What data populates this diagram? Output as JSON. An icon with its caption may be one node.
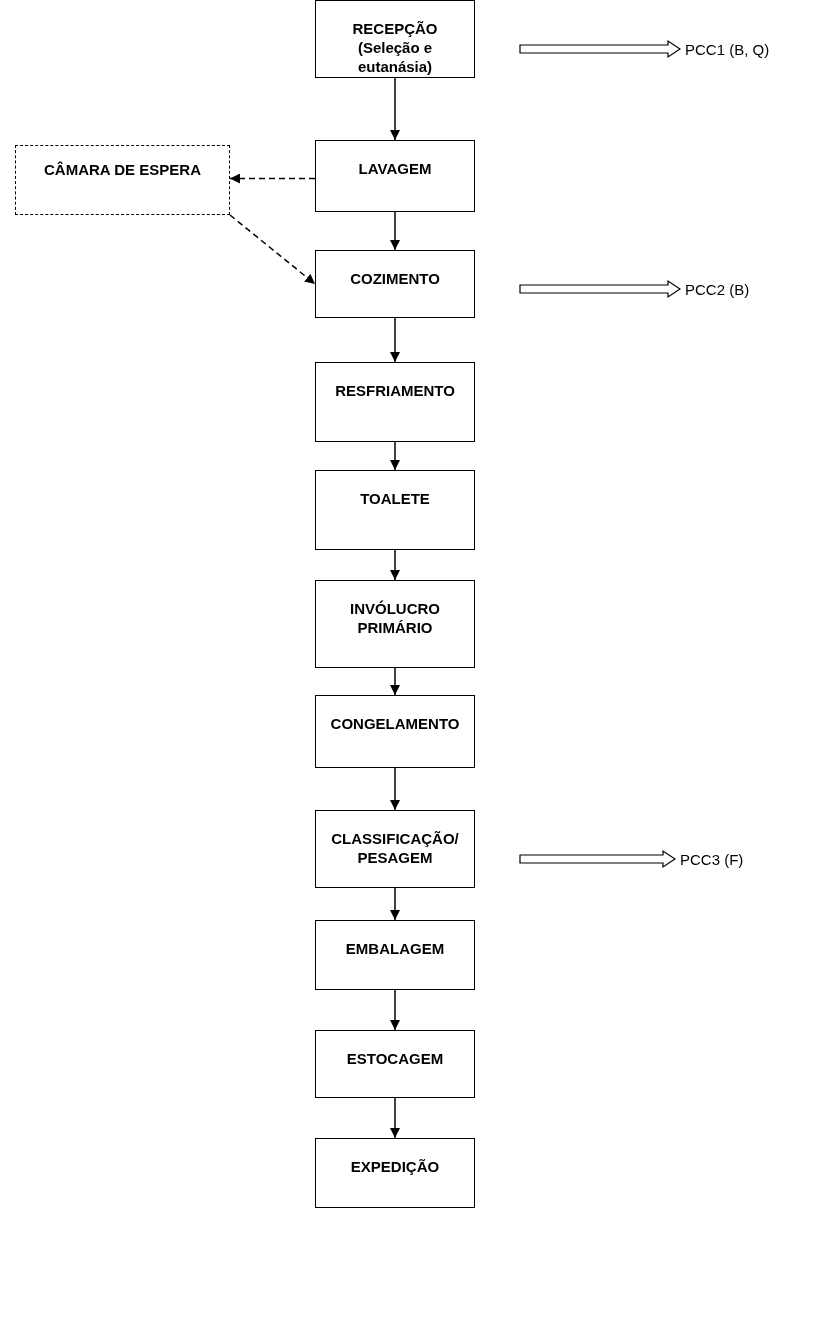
{
  "diagram": {
    "nodes": [
      {
        "text": [
          "RECEPÇÃO (Seleção e eutanásia)"
        ]
      },
      {
        "text": [
          "CÂMARA DE ESPERA"
        ]
      },
      {
        "text": [
          "LAVAGEM"
        ]
      },
      {
        "text": [
          "COZIMENTO"
        ]
      },
      {
        "text": [
          "RESFRIAMENTO"
        ]
      },
      {
        "text": [
          "TOALETE"
        ]
      },
      {
        "text": [
          "INVÓLUCRO PRIMÁRIO"
        ]
      },
      {
        "text": [
          "CONGELAMENTO"
        ]
      },
      {
        "text": [
          "CLASSIFICAÇÃO/ PESAGEM"
        ]
      },
      {
        "text": [
          "EMBALAGEM"
        ]
      },
      {
        "text": [
          "ESTOCAGEM"
        ]
      },
      {
        "text": [
          "EXPEDIÇÃO"
        ]
      },
      {
        "text": [
          "PCC1 (B, Q)"
        ]
      },
      {
        "text": [
          "PCC2 (B)"
        ]
      },
      {
        "text": [
          "PCC3 (F)"
        ]
      }
    ],
    "edges": [
      {
        "from": 0,
        "to": 2,
        "arrow": "to"
      },
      {
        "from": 2,
        "to": 1,
        "arrow": "to",
        "style": "dashed"
      },
      {
        "from": 1,
        "to": 3,
        "arrow": "to",
        "style": "dashed"
      },
      {
        "from": 2,
        "to": 3,
        "arrow": "to"
      },
      {
        "from": 3,
        "to": 4,
        "arrow": "to"
      },
      {
        "from": 4,
        "to": 5,
        "arrow": "to"
      },
      {
        "from": 5,
        "to": 6,
        "arrow": "to"
      },
      {
        "from": 6,
        "to": 7,
        "arrow": "to"
      },
      {
        "from": 7,
        "to": 8,
        "arrow": "to"
      },
      {
        "from": 8,
        "to": 9,
        "arrow": "to"
      },
      {
        "from": 9,
        "to": 10,
        "arrow": "to"
      },
      {
        "from": 10,
        "to": 11,
        "arrow": "to"
      },
      {
        "from": 0,
        "to": 12,
        "arrow": "to",
        "style": "thick"
      },
      {
        "from": 3,
        "to": 13,
        "arrow": "to",
        "style": "thick"
      },
      {
        "from": 8,
        "to": 14,
        "arrow": "to",
        "style": "thick"
      }
    ]
  }
}
